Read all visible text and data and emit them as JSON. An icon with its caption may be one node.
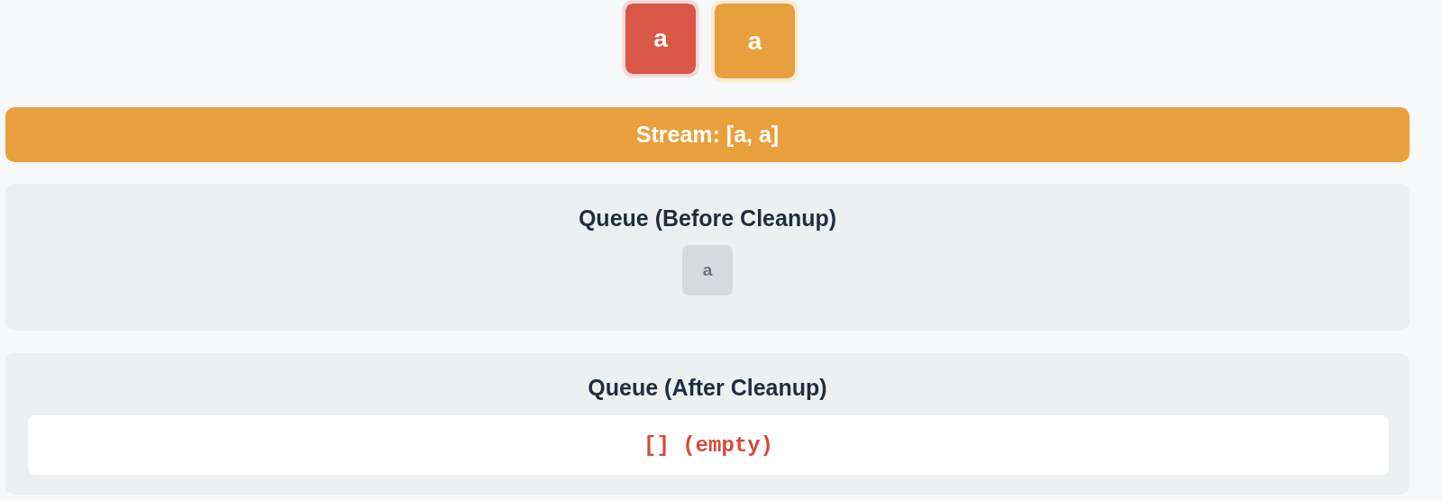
{
  "diagram": {
    "nodes": [
      {
        "text": [
          "a"
        ]
      },
      {
        "text": [
          "a"
        ]
      },
      {
        "text": [
          "Stream: [a, a]"
        ]
      },
      {
        "text": [
          "Queue (Before Cleanup)"
        ]
      },
      {
        "text": [
          "a"
        ],
        "in": 3
      },
      {
        "text": [
          "Queue (After Cleanup)"
        ]
      },
      {
        "text": [
          "[] (empty)"
        ],
        "in": 5
      }
    ]
  }
}
